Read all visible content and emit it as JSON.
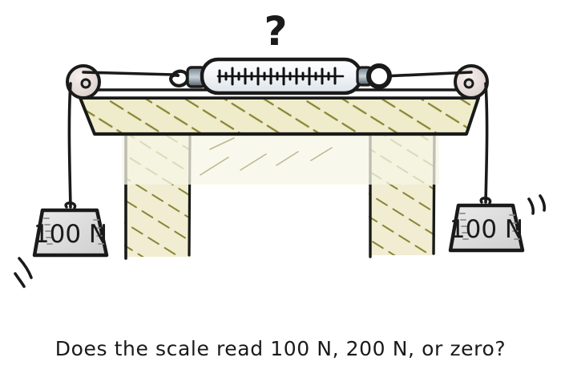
{
  "illustration": {
    "title_text": "?",
    "background_color": "#ffffff",
    "ink_color": "#1a1a1a",
    "table": {
      "top_fill": "#efeccb",
      "hatch_color": "#8a8434",
      "leg_fill": "#efeccb",
      "label": "table"
    },
    "pulleys": {
      "left_label": "left-pulley",
      "right_label": "right-pulley",
      "fill": "#e6dcd9"
    },
    "scale": {
      "name": "spring-scale",
      "body_fill": "#f2f5f7",
      "tick_count": 19,
      "left_end": "hook",
      "right_end": "ring"
    },
    "weights": [
      {
        "id": "left-weight",
        "label": "100 N",
        "fill": "#dcdcdc"
      },
      {
        "id": "right-weight",
        "label": "100 N",
        "fill": "#dcdcdc"
      }
    ],
    "motion_marks": {
      "left": "swing-arcs-left",
      "right": "swing-arcs-right"
    }
  },
  "caption": {
    "text": "Does the scale read 100 N, 200 N, or zero?"
  }
}
